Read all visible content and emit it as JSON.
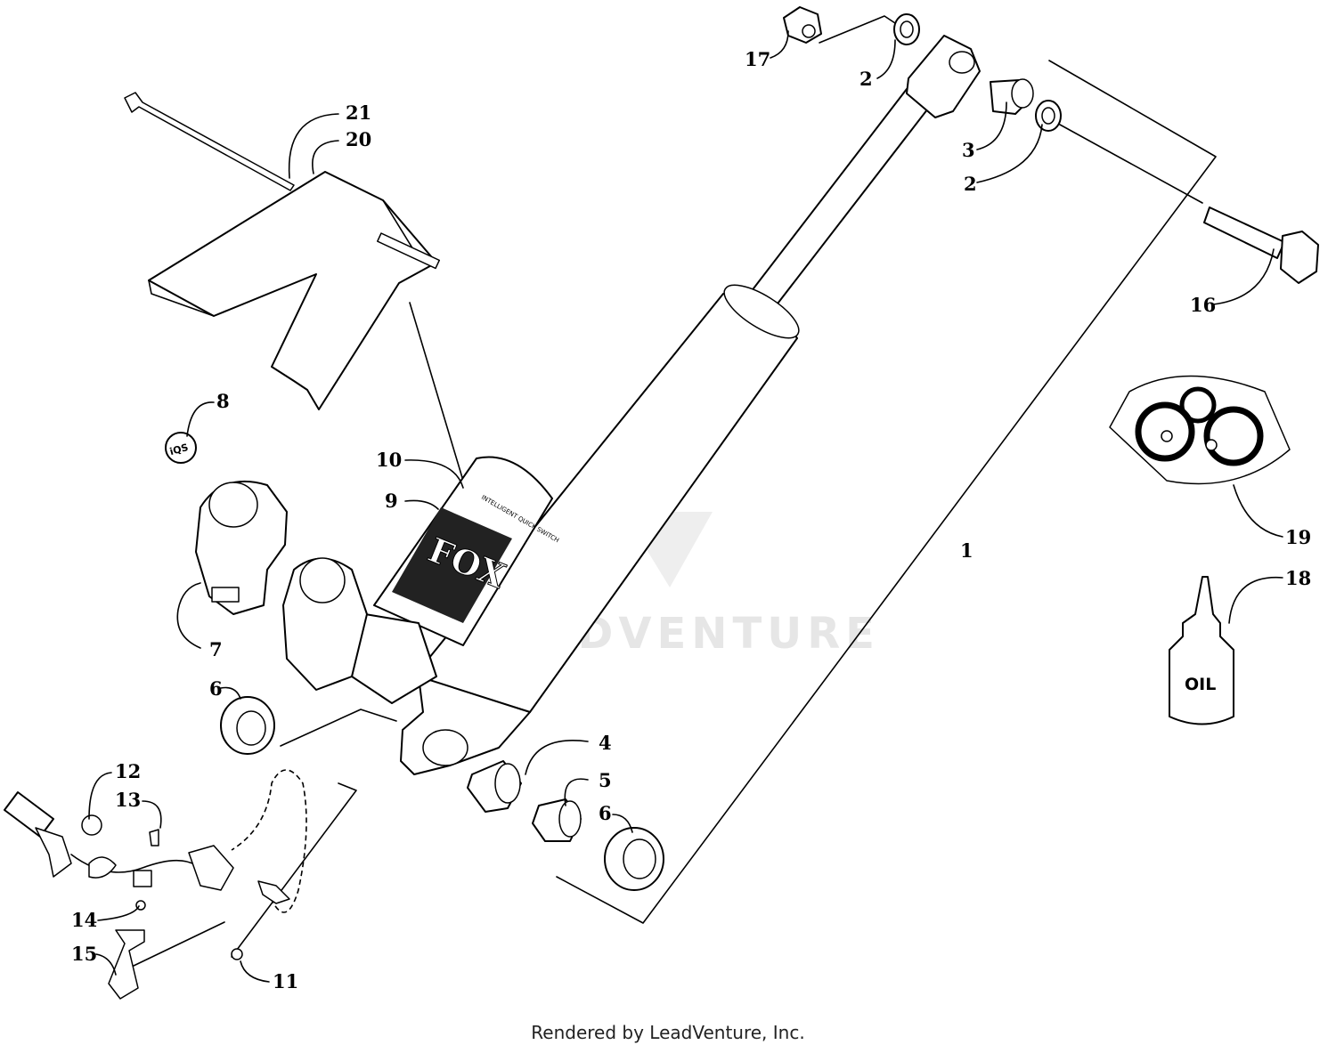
{
  "watermark": "LEADVENTURE",
  "footer": "Rendered by LeadVenture, Inc.",
  "oil_label": "OIL",
  "brand_label": "FOX",
  "switch_label": "INTELLIGENT QUICK SWITCH",
  "button_label": "iQS",
  "callouts": [
    "1",
    "2",
    "2",
    "3",
    "4",
    "5",
    "6",
    "6",
    "7",
    "8",
    "9",
    "10",
    "11",
    "12",
    "13",
    "14",
    "15",
    "16",
    "17",
    "18",
    "19",
    "20",
    "21"
  ]
}
